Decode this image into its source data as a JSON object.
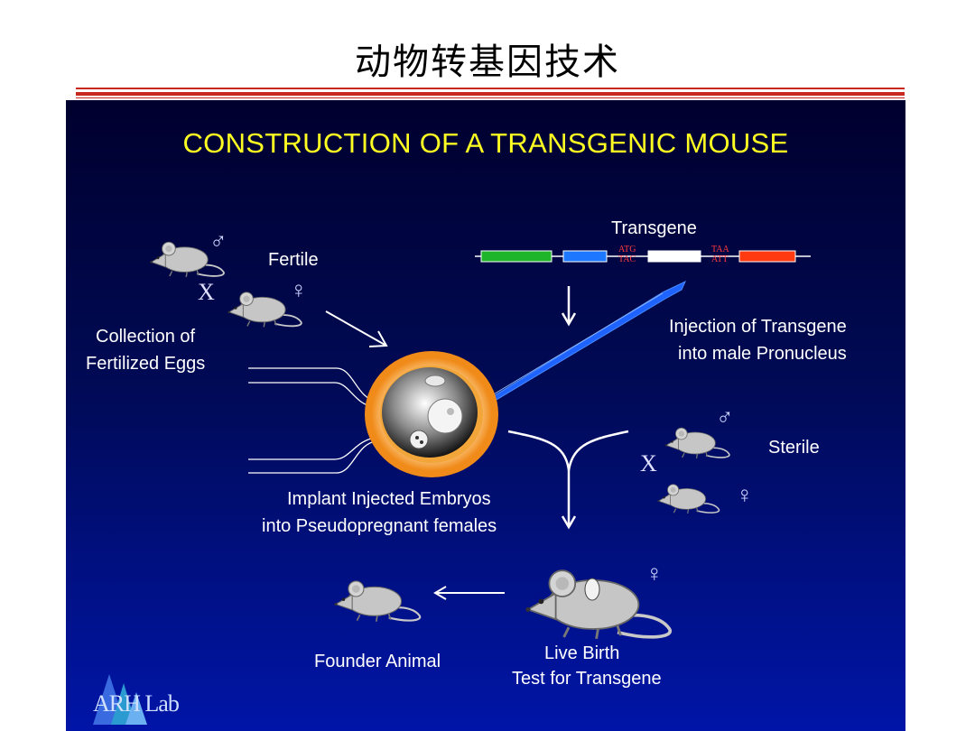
{
  "page": {
    "title": "动物转基因技术"
  },
  "slide": {
    "heading": "CONSTRUCTION OF A TRANSGENIC MOUSE",
    "labels": {
      "fertile": "Fertile",
      "cross_top": "X",
      "collection_1": "Collection of",
      "collection_2": "Fertilized Eggs",
      "transgene": "Transgene",
      "start_codon_top": "ATG",
      "start_codon_bottom": "TAC",
      "stop_codon_top": "TAA",
      "stop_codon_bottom": "ATT",
      "injection_1": "Injection of Transgene",
      "injection_2": "into male Pronucleus",
      "sterile": "Sterile",
      "cross_bottom": "X",
      "implant_1": "Implant Injected Embryos",
      "implant_2": "into Pseudopregnant females",
      "founder": "Founder Animal",
      "live_birth_1": "Live Birth",
      "live_birth_2": "Test for Transgene"
    },
    "symbols": {
      "male": "♂",
      "female": "♀"
    },
    "logo": "ARH Lab",
    "colors": {
      "heading": "#ffff22",
      "codon": "#ff3b3b",
      "gene_green": "#1fb52a",
      "gene_blue": "#1e78ff",
      "gene_red": "#ff3a10",
      "egg_orange": "#f08a18",
      "title_rule": "#c8281e"
    }
  }
}
